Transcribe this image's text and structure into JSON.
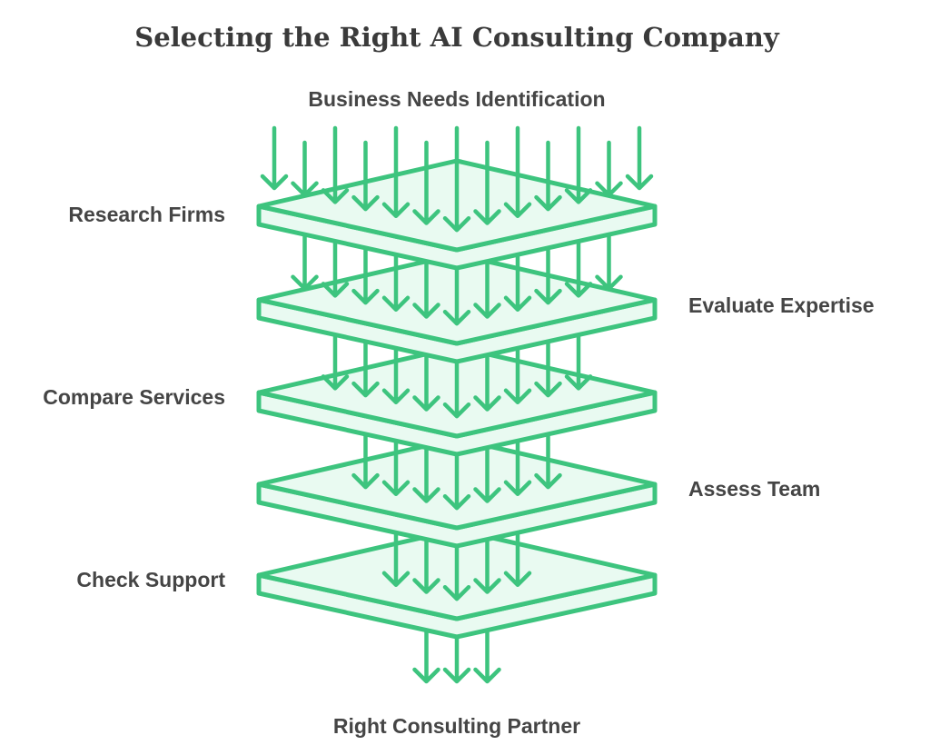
{
  "title": "Selecting the Right AI Consulting Company",
  "input_label": "Business Needs Identification",
  "output_label": "Right Consulting Partner",
  "stages": [
    {
      "label": "Research Firms",
      "side": "left"
    },
    {
      "label": "Evaluate Expertise",
      "side": "right"
    },
    {
      "label": "Compare Services",
      "side": "left"
    },
    {
      "label": "Assess Team",
      "side": "right"
    },
    {
      "label": "Check Support",
      "side": "left"
    }
  ],
  "colors": {
    "stroke": "#3dc47e",
    "fill": "#e9faf1",
    "text": "#454545"
  }
}
